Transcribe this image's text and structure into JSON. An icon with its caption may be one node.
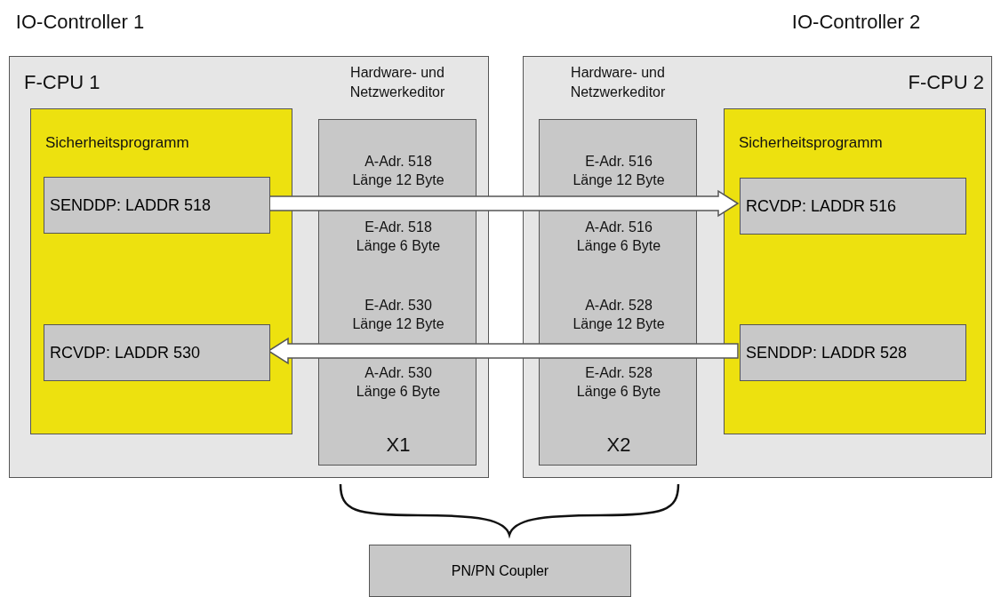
{
  "diagram": {
    "nodes": [
      {
        "text": [
          "F-CPU 1"
        ],
        "beside": [
          "IO-Controller 1"
        ]
      },
      {
        "text": [
          "Sicherheitsprogramm"
        ],
        "in": 0
      },
      {
        "text": [
          "SENDDP: LADDR 518"
        ],
        "in": 1
      },
      {
        "text": [
          "RCVDP: LADDR 530"
        ],
        "in": 1
      },
      {
        "text": [
          "Hardware- und Netzwerkeditor",
          "A-Adr. 518 Länge 12 Byte",
          "E-Adr. 518 Länge 6 Byte",
          "E-Adr. 530 Länge 12 Byte",
          "A-Adr. 530 Länge 6 Byte",
          "X1"
        ],
        "in": 0
      },
      {
        "text": [
          "F-CPU 2"
        ],
        "beside": [
          "IO-Controller 2"
        ]
      },
      {
        "text": [
          "Hardware- und Netzwerkeditor",
          "E-Adr. 516 Länge 12 Byte",
          "A-Adr. 516 Länge 6 Byte",
          "A-Adr. 528 Länge 12 Byte",
          "E-Adr. 528 Länge 6 Byte",
          "X2"
        ],
        "in": 5
      },
      {
        "text": [
          "Sicherheitsprogramm"
        ],
        "in": 5
      },
      {
        "text": [
          "RCVDP: LADDR 516"
        ],
        "in": 7
      },
      {
        "text": [
          "SENDDP: LADDR 528"
        ],
        "in": 7
      },
      {
        "text": [
          "PN/PN Coupler"
        ]
      }
    ],
    "edges": [
      {
        "from": 2,
        "to": 8,
        "arrow": "to"
      },
      {
        "from": 9,
        "to": 3,
        "arrow": "to"
      }
    ]
  }
}
